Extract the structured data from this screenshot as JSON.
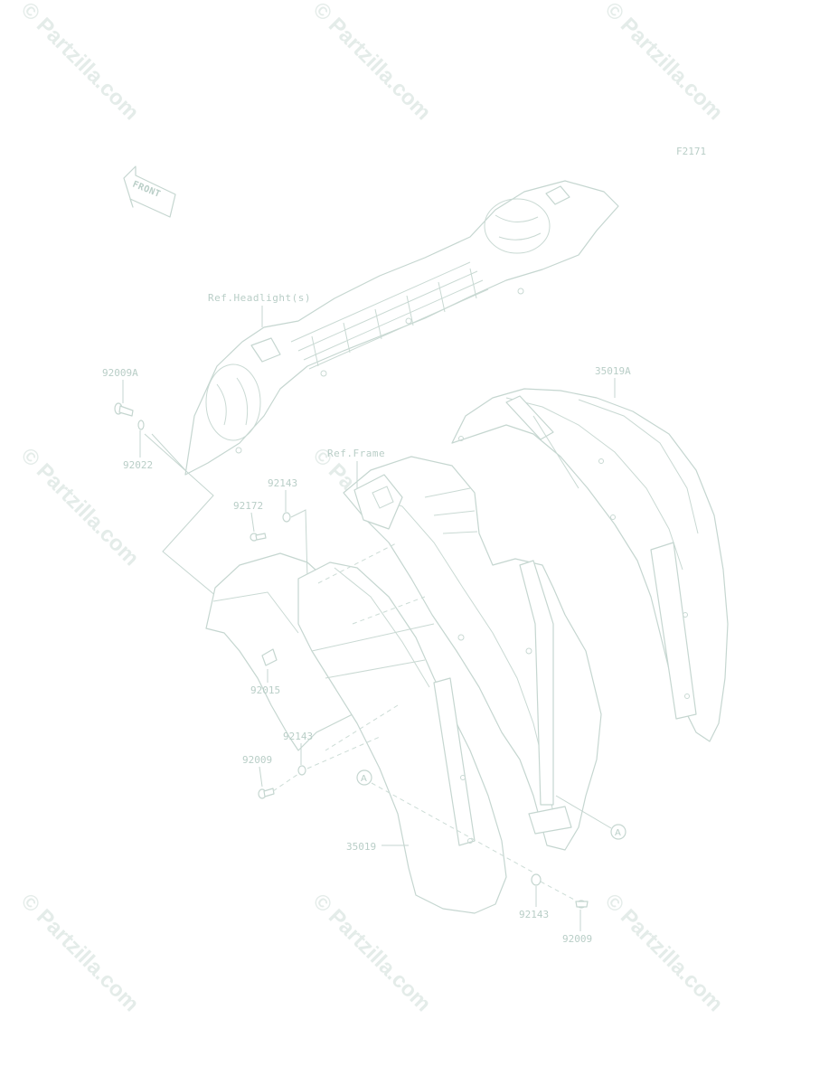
{
  "diagram_code": "F2171",
  "front_arrow": "FRONT",
  "watermark": "© Partzilla.com",
  "refs": {
    "headlight": "Ref.Headlight(s)",
    "frame": "Ref.Frame"
  },
  "parts": {
    "p92009A": "92009A",
    "p92022": "92022",
    "p92172": "92172",
    "p92143_top": "92143",
    "p92015": "92015",
    "p92143_mid": "92143",
    "p92009_mid": "92009",
    "p35019": "35019",
    "p35019A": "35019A",
    "p92143_bot": "92143",
    "p92009_bot": "92009"
  },
  "callouts": {
    "a1": "A",
    "a2": "A"
  }
}
